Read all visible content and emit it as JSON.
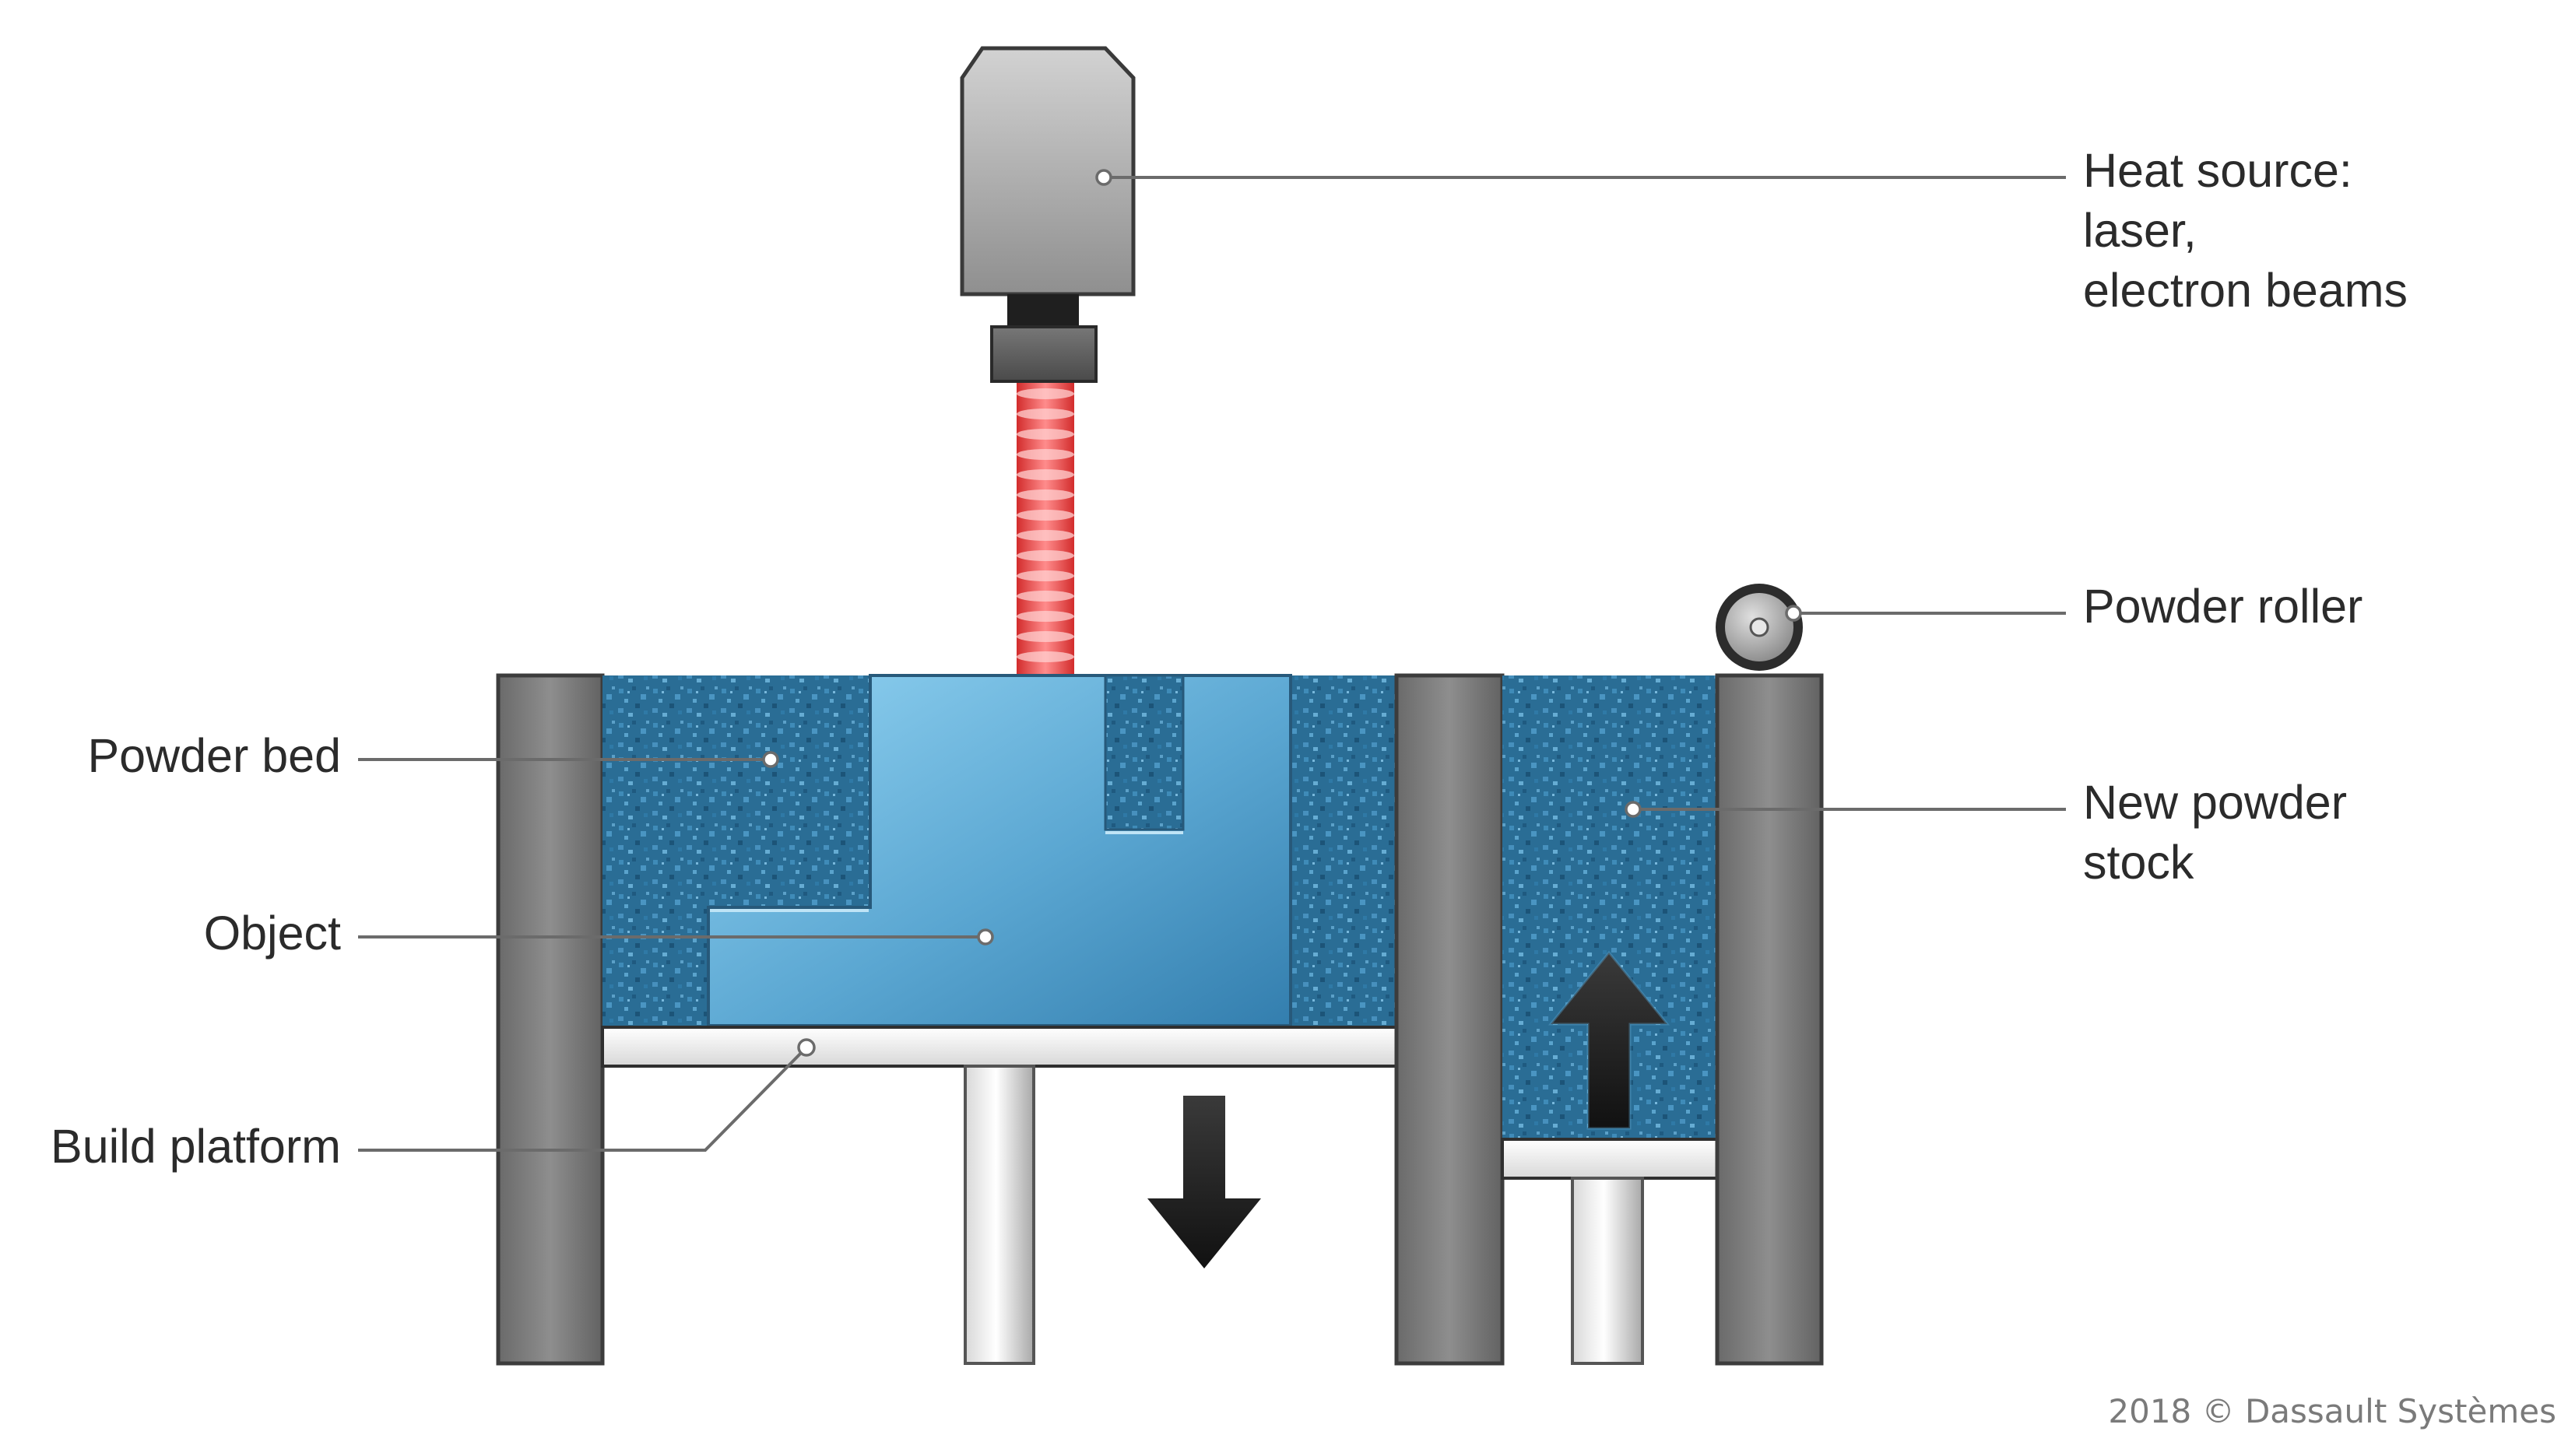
{
  "labels": {
    "heat_source": [
      "Heat source:",
      "laser,",
      "electron beams"
    ],
    "powder_roller": [
      "Powder roller"
    ],
    "powder_bed": [
      "Powder bed"
    ],
    "object": [
      "Object"
    ],
    "new_powder_stock": [
      "New powder",
      "stock"
    ],
    "build_platform": [
      "Build platform"
    ]
  },
  "copyright": "2018 © Dassault Systèmes",
  "colors": {
    "powder_blue": "#2a6d95",
    "object_light": "#8fd0f0",
    "object_dark": "#3a86b6",
    "wall_gray": "#7d7d7d",
    "heat_head_gray": "#b8b8b8",
    "laser_red": "#e23c3c",
    "leader_gray": "#6b6b6b",
    "arrow_dark": "#2b2b2b"
  },
  "icons": {
    "build_direction": "arrow-down-icon",
    "feed_direction": "arrow-up-icon"
  }
}
